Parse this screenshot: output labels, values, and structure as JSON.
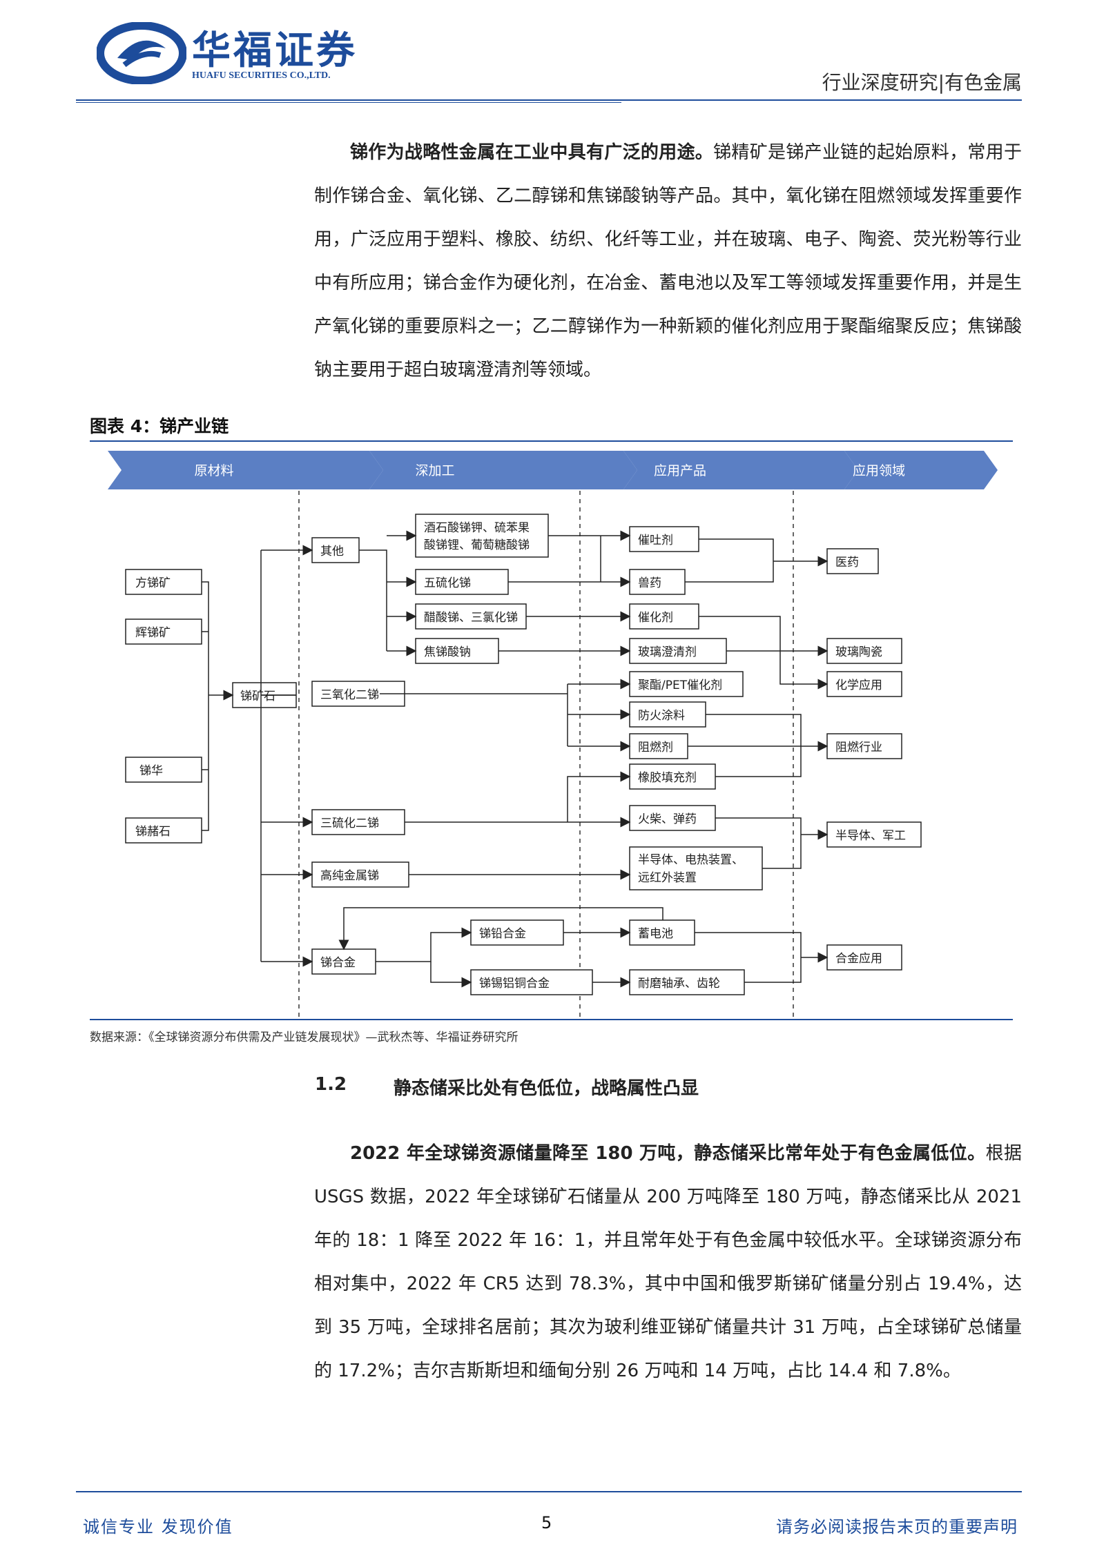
{
  "header": {
    "company_cn": "华福证券",
    "company_en": "HUAFU SECURITIES CO.,LTD.",
    "category": "行业深度研究|有色金属"
  },
  "intro": {
    "bold_lead": "锑作为战略性金属在工业中具有广泛的用途。",
    "body": "锑精矿是锑产业链的起始原料，常用于制作锑合金、氧化锑、乙二醇锑和焦锑酸钠等产品。其中，氧化锑在阻燃领域发挥重要作用，广泛应用于塑料、橡胶、纺织、化纤等工业，并在玻璃、电子、陶瓷、荧光粉等行业中有所应用；锑合金作为硬化剂，在冶金、蓄电池以及军工等领域发挥重要作用，并是生产氧化锑的重要原料之一；乙二醇锑作为一种新颖的催化剂应用于聚酯缩聚反应；焦锑酸钠主要用于超白玻璃澄清剂等领域。"
  },
  "figure": {
    "title": "图表 4：锑产业链",
    "source": "数据来源：《全球锑资源分布供需及产业链发展现状》—武秋杰等、华福证券研究所",
    "stages": [
      "原材料",
      "深加工",
      "应用产品",
      "应用领域"
    ],
    "raw_materials": [
      "方锑矿",
      "辉锑矿",
      "锑华",
      "锑赭石"
    ],
    "ore": "锑矿石",
    "processing": {
      "other": "其他",
      "other_items": [
        "酒石酸锑钾、硫苯果",
        "酸锑锂、葡萄糖酸锑",
        "五硫化锑",
        "醋酸锑、三氯化锑",
        "焦锑酸钠"
      ],
      "trioxide": "三氧化二锑",
      "trisulfide": "三硫化二锑",
      "high_purity": "高纯金属锑",
      "alloy": "锑合金",
      "alloy_items": [
        "锑铅合金",
        "锑锡铝铜合金"
      ]
    },
    "products": [
      "催吐剂",
      "兽药",
      "催化剂",
      "玻璃澄清剂",
      "聚酯/PET催化剂",
      "防火涂料",
      "阻燃剂",
      "橡胶填充剂",
      "火柴、弹药",
      "半导体、电热装置、",
      "远红外装置",
      "蓄电池",
      "耐磨轴承、齿轮"
    ],
    "fields": [
      "医药",
      "玻璃陶瓷",
      "化学应用",
      "阻燃行业",
      "半导体、军工",
      "合金应用"
    ]
  },
  "section": {
    "number": "1.2",
    "title": "静态储采比处有色低位，战略属性凸显"
  },
  "para2": {
    "bold_lead": "2022 年全球锑资源储量降至 180 万吨，静态储采比常年处于有色金属低位。",
    "body": "根据 USGS 数据，2022 年全球锑矿石储量从 200 万吨降至 180 万吨，静态储采比从 2021 年的 18：1 降至 2022 年 16：1，并且常年处于有色金属中较低水平。全球锑资源分布相对集中，2022 年 CR5 达到 78.3%，其中中国和俄罗斯锑矿储量分别占 19.4%，达到 35 万吨，全球排名居前；其次为玻利维亚锑矿储量共计 31 万吨，占全球锑矿总储量的 17.2%；吉尔吉斯斯坦和缅甸分别 26 万吨和 14 万吨，占比 14.4 和 7.8%。"
  },
  "footer": {
    "left": "诚信专业  发现价值",
    "page": "5",
    "right": "请务必阅读报告末页的重要声明"
  },
  "colors": {
    "brand": "#1d4c9b",
    "arrow": "#5b7fc4"
  }
}
